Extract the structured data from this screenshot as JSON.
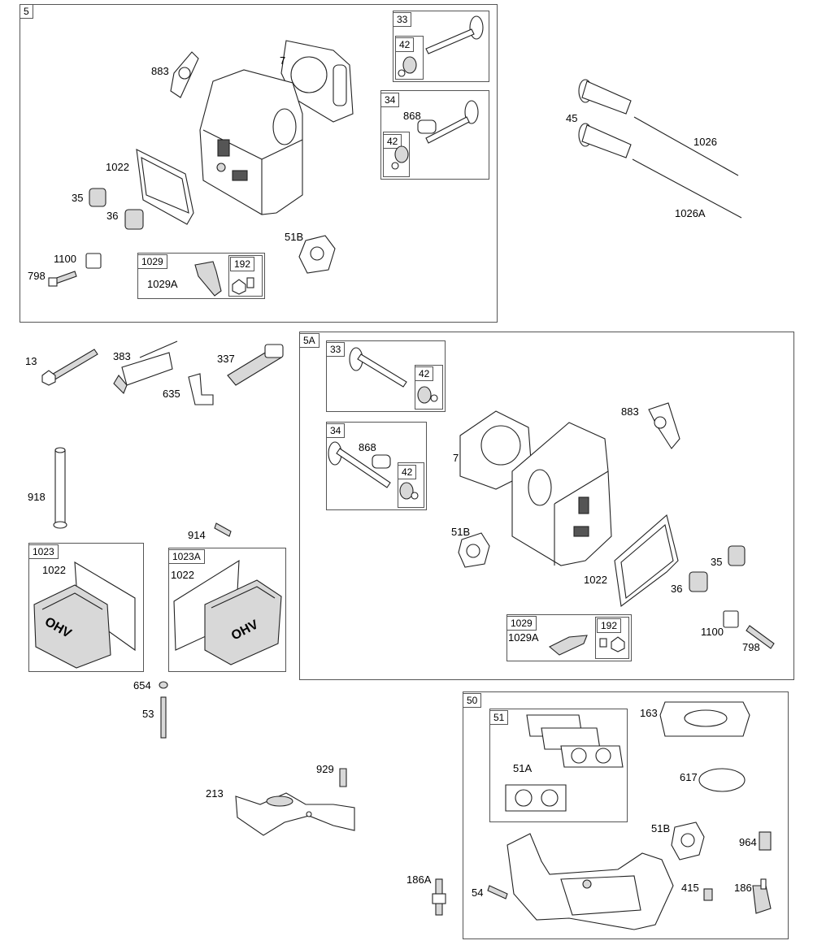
{
  "boxes": {
    "b5": "5",
    "b33": "33",
    "b42a": "42",
    "b34": "34",
    "b42b": "42",
    "b1029": "1029",
    "b192": "192",
    "b5A": "5A",
    "b33A": "33",
    "b42c": "42",
    "b34A": "34",
    "b42d": "42",
    "b1029A": "1029",
    "b192A": "192",
    "b1023": "1023",
    "b1023A": "1023A",
    "b50": "50",
    "b51": "51"
  },
  "labels": {
    "l883": "883",
    "l7": "7",
    "l1022": "1022",
    "l35": "35",
    "l36": "36",
    "l1100": "1100",
    "l798": "798",
    "l1029A": "1029A",
    "l51B": "51B",
    "l868": "868",
    "l45": "45",
    "l1026": "1026",
    "l1026A": "1026A",
    "l13": "13",
    "l383": "383",
    "l337": "337",
    "l635": "635",
    "l918": "918",
    "l914": "914",
    "l1022b": "1022",
    "l1022c": "1022",
    "l654": "654",
    "l53": "53",
    "l929": "929",
    "l213": "213",
    "l186A": "186A",
    "l883b": "883",
    "l7b": "7",
    "l868b": "868",
    "l51Bb": "51B",
    "l1022d": "1022",
    "l35b": "35",
    "l36b": "36",
    "l1100b": "1100",
    "l798b": "798",
    "l1029Ab": "1029A",
    "l163": "163",
    "l617": "617",
    "l51A": "51A",
    "l51Bc": "51B",
    "l964": "964",
    "l54": "54",
    "l415": "415",
    "l186": "186"
  },
  "decals": {
    "ohv": "OHV"
  }
}
